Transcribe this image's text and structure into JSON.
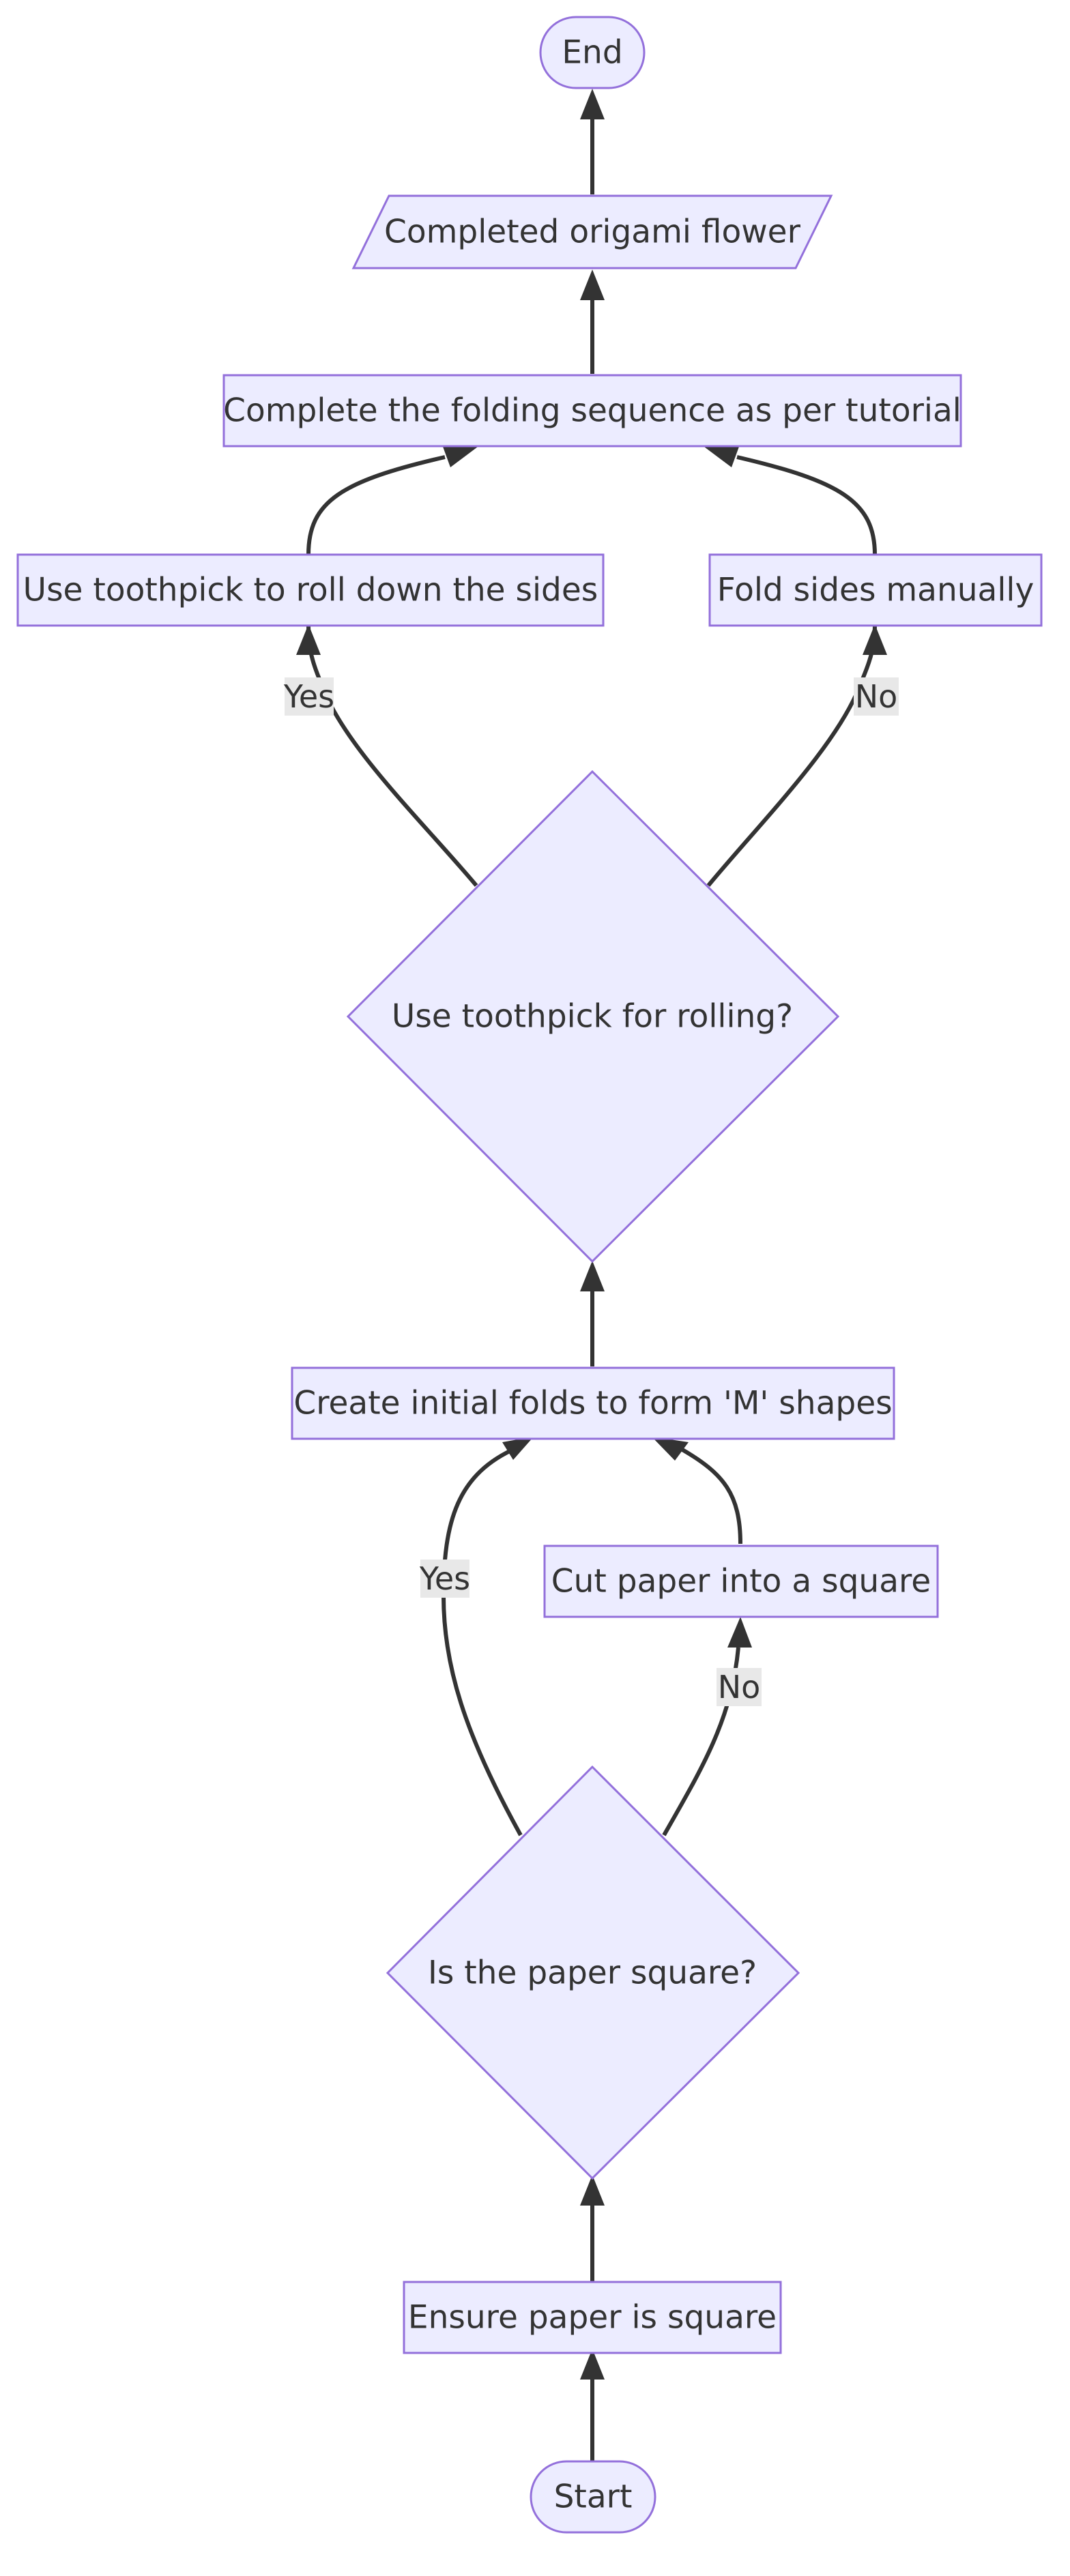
{
  "diagram": {
    "type": "flowchart",
    "direction": "bottom-to-top",
    "colors": {
      "node_fill": "#ECECFF",
      "node_stroke": "#9370DB",
      "edge": "#333333",
      "label_background": "#E8E8E8",
      "text": "#333333"
    },
    "nodes": {
      "start": "Start",
      "ensure_square": "Ensure paper is square",
      "is_square": "Is the paper square?",
      "cut_square": "Cut paper into a square",
      "initial_folds": "Create initial folds to form 'M' shapes",
      "use_toothpick_q": "Use toothpick for rolling?",
      "toothpick_roll": "Use toothpick to roll down the sides",
      "fold_manual": "Fold sides manually",
      "complete_sequence": "Complete the folding sequence as per tutorial",
      "completed_flower": "Completed origami flower",
      "end": "End"
    },
    "edge_labels": {
      "square_yes": "Yes",
      "square_no": "No",
      "toothpick_yes": "Yes",
      "toothpick_no": "No"
    }
  }
}
